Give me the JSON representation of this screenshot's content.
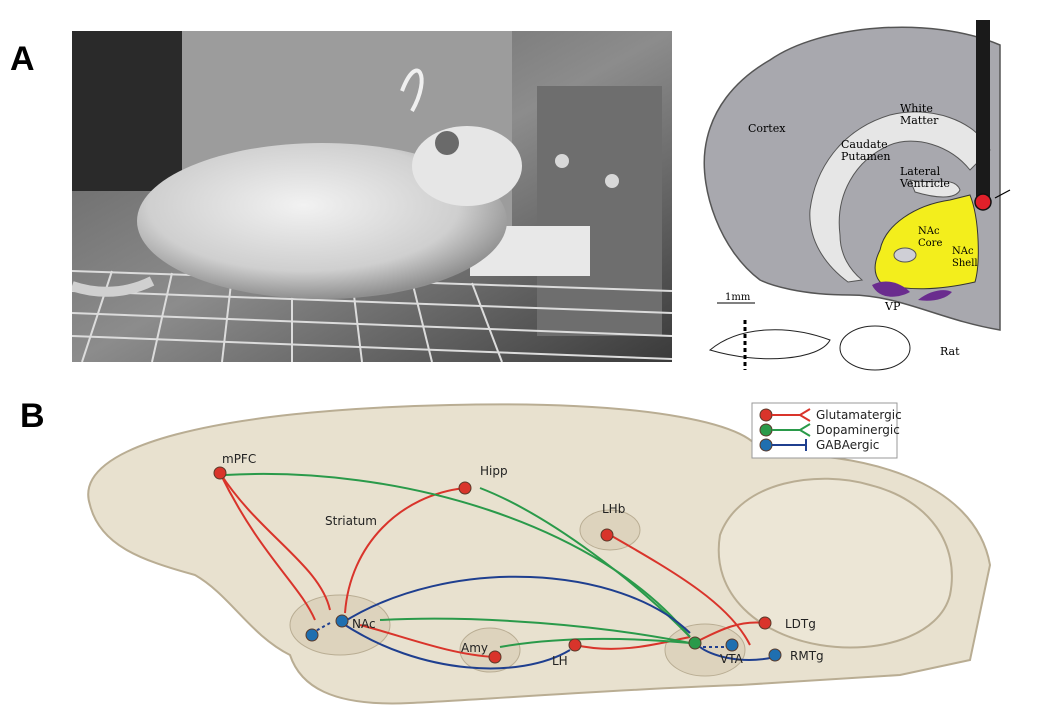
{
  "panels": {
    "a": "A",
    "b": "B"
  },
  "section": {
    "labels": {
      "cortex": "Cortex",
      "white_matter_1": "White",
      "white_matter_2": "Matter",
      "caudate_1": "Caudate",
      "caudate_2": "Putamen",
      "ventricle_1": "Lateral",
      "ventricle_2": "Ventricle",
      "core_1": "NAc",
      "core_2": "Core",
      "shell_1": "NAc",
      "shell_2": "Shell",
      "vp": "VP",
      "scale": "1mm",
      "species": "Rat"
    },
    "colors": {
      "tissue": "#a8a8ae",
      "white_matter": "#e6e6e6",
      "nac": "#f3ee1c",
      "vp": "#6a2c8e",
      "electrode": "#1a1a1a",
      "tip": "#e0202a"
    }
  },
  "legend": [
    {
      "label": "Glutamatergic",
      "color": "#d9342b"
    },
    {
      "label": "Dopaminergic",
      "color": "#2a9a4a"
    },
    {
      "label": "GABAergic",
      "color": "#1f3f8f"
    }
  ],
  "regions": {
    "mpfc": "mPFC",
    "hipp": "Hipp",
    "striatum": "Striatum",
    "lhb": "LHb",
    "nac": "NAc",
    "amy": "Amy",
    "lh": "LH",
    "vta": "VTA",
    "ldtg": "LDTg",
    "rmtg": "RMTg"
  }
}
